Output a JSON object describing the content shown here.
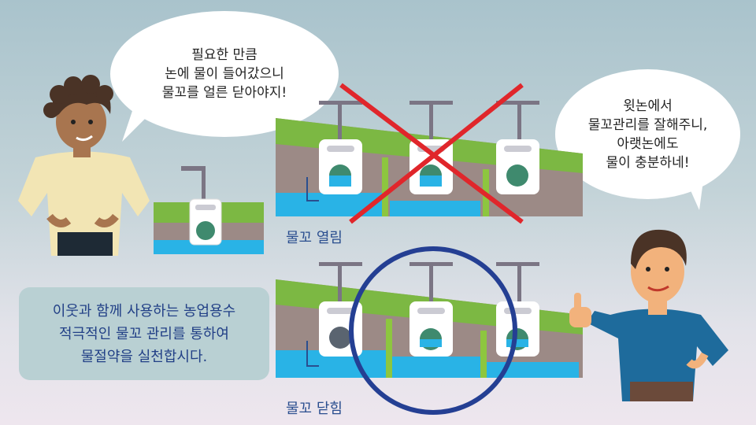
{
  "bubble_left": {
    "lines": [
      "필요한 만큼",
      "논에 물이 들어갔으니",
      "물꼬를 얼른 닫아야지!"
    ]
  },
  "bubble_right": {
    "lines": [
      "윗논에서",
      "물꼬관리를 잘해주니,",
      "아랫논에도",
      "물이 충분하네!"
    ]
  },
  "labels": {
    "open": "물꼬 열림",
    "closed": "물꼬 닫힘"
  },
  "notice": {
    "lines": [
      "이웃과 함께 사용하는 농업용수",
      "적극적인 물꼬 관리를 통하여",
      "물절약을 실천합시다."
    ]
  },
  "colors": {
    "grass": "#7cb843",
    "soil": "#9c8a86",
    "water": "#29b3e6",
    "cross": "#e0262b",
    "circle": "#243f93",
    "label_text": "#2a4e8f"
  }
}
